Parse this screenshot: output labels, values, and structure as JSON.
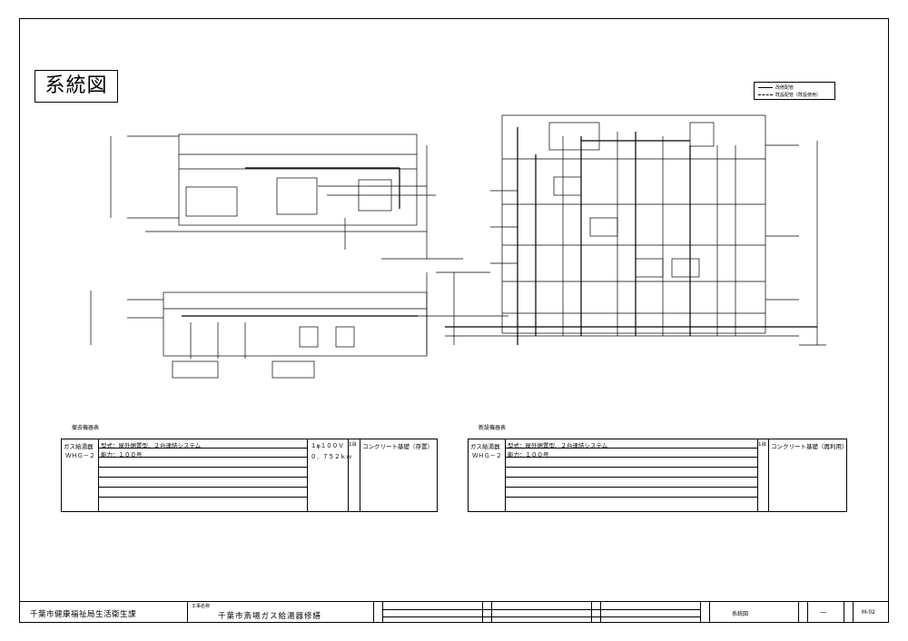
{
  "title": "系統図",
  "legend": {
    "existing": "改修配管",
    "reuse": "既設配管（既設使用）"
  },
  "removed_table": {
    "caption": "撤去機器表",
    "name": "ガス給湯器",
    "code": "ＷＨＧ－２",
    "type": "型式：屋外据置型、２台連結システム",
    "capacity": "能力：１００号",
    "power": "１φ１００Ｖ",
    "kw": "０．７５２ｋｗ",
    "qty": "1台",
    "note": "コンクリート基礎（存置）"
  },
  "new_table": {
    "caption": "新設機器表",
    "name": "ガス給湯器",
    "code": "ＷＨＧ－２",
    "type": "型式：屋外据置型、２台連結システム",
    "capacity": "能力：１００号",
    "qty": "1台",
    "note": "コンクリート基礎（再利用）"
  },
  "title_block": {
    "org": "千葉市健康福祉局生活衛生課",
    "project_label": "工事名称",
    "project": "千葉市斎場ガス給湯器修繕",
    "drawing_name": "系統図",
    "scale": "―",
    "sheet_no": "M-02"
  }
}
